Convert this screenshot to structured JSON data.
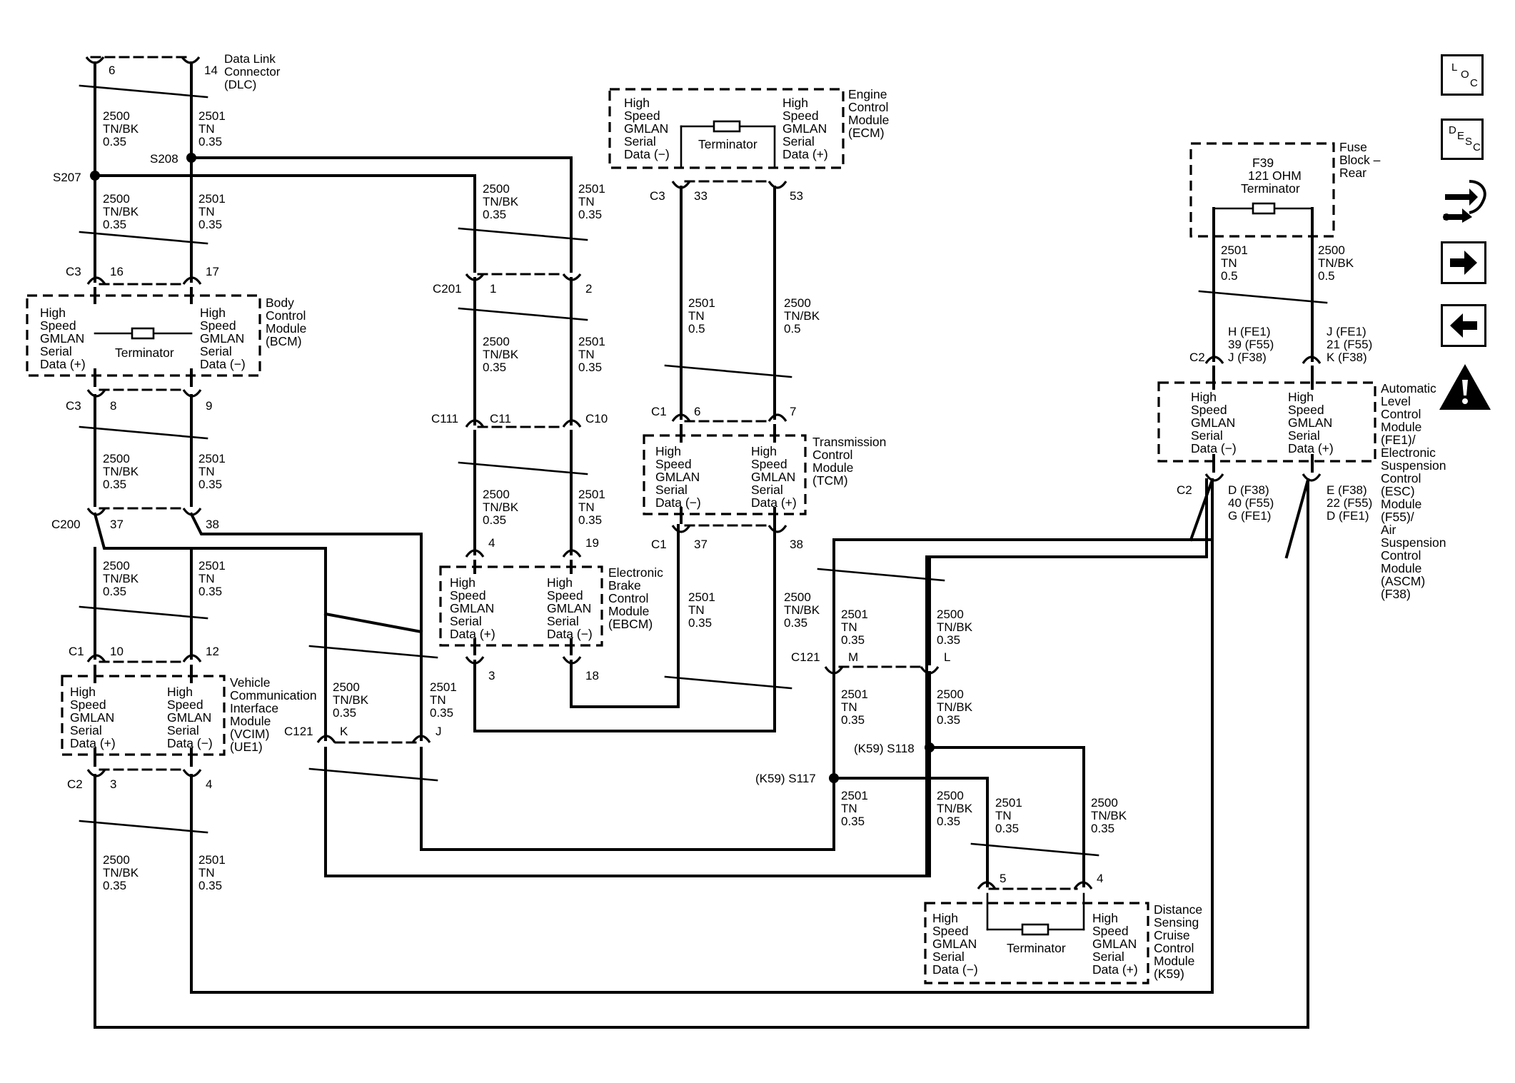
{
  "dlc": {
    "pin_a": "6",
    "pin_b": "14",
    "name": [
      "Data Link",
      "Connector",
      "(DLC)"
    ]
  },
  "wires": {
    "tnbk_035": [
      "2500",
      "TN/BK",
      "0.35"
    ],
    "tn_035": [
      "2501",
      "TN",
      "0.35"
    ],
    "tnbk_05": [
      "2500",
      "TN/BK",
      "0.5"
    ],
    "tn_05": [
      "2501",
      "TN",
      "0.5"
    ]
  },
  "splices": {
    "s207": "S207",
    "s208": "S208",
    "s117": "(K59) S117",
    "s118": "(K59) S118"
  },
  "connectors": {
    "c3": "C3",
    "c3_p16": "16",
    "c3_p17": "17",
    "c3_p8": "8",
    "c3_p9": "9",
    "c200": "C200",
    "c200_p37": "37",
    "c200_p38": "38",
    "c1": "C1",
    "c1_p10": "10",
    "c1_p12": "12",
    "c2": "C2",
    "c2_p3": "3",
    "c2_p4": "4",
    "c201": "C201",
    "c201_p1": "1",
    "c201_p2": "2",
    "c111": "C111",
    "c11": "C11",
    "c10": "C10",
    "ebcm_p4": "4",
    "ebcm_p19": "19",
    "ebcm_p3": "3",
    "ebcm_p18": "18",
    "ecm_c3": "C3",
    "ecm_p33": "33",
    "ecm_p53": "53",
    "tcm_c1": "C1",
    "tcm_p6": "6",
    "tcm_p7": "7",
    "tcm_p37": "37",
    "tcm_p38": "38",
    "c121": "C121",
    "c121_k": "K",
    "c121_j": "J",
    "c121_m": "M",
    "c121_l": "L",
    "dscc_p5": "5",
    "dscc_p4": "4",
    "alc_c2": "C2",
    "alc_top_left": [
      "H (FE1)",
      "39 (F55)",
      "J (F38)"
    ],
    "alc_top_right": [
      "J (FE1)",
      "21 (F55)",
      "K (F38)"
    ],
    "alc_bot_left": [
      "D (F38)",
      "40 (F55)",
      "G (FE1)"
    ],
    "alc_bot_right": [
      "E (F38)",
      "22 (F55)",
      "D (FE1)"
    ]
  },
  "modules": {
    "bcm": {
      "left": [
        "High",
        "Speed",
        "GMLAN",
        "Serial",
        "Data (+)"
      ],
      "right": [
        "High",
        "Speed",
        "GMLAN",
        "Serial",
        "Data (−)"
      ],
      "terminator": "Terminator",
      "name": [
        "Body",
        "Control",
        "Module",
        "(BCM)"
      ]
    },
    "vcim": {
      "left": [
        "High",
        "Speed",
        "GMLAN",
        "Serial",
        "Data (+)"
      ],
      "right": [
        "High",
        "Speed",
        "GMLAN",
        "Serial",
        "Data (−)"
      ],
      "name": [
        "Vehicle",
        "Communication",
        "Interface",
        "Module",
        "(VCIM)",
        "(UE1)"
      ]
    },
    "ebcm": {
      "left": [
        "High",
        "Speed",
        "GMLAN",
        "Serial",
        "Data (+)"
      ],
      "right": [
        "High",
        "Speed",
        "GMLAN",
        "Serial",
        "Data (−)"
      ],
      "name": [
        "Electronic",
        "Brake",
        "Control",
        "Module",
        "(EBCM)"
      ]
    },
    "ecm": {
      "left": [
        "High",
        "Speed",
        "GMLAN",
        "Serial",
        "Data (−)"
      ],
      "right": [
        "High",
        "Speed",
        "GMLAN",
        "Serial",
        "Data (+)"
      ],
      "terminator": "Terminator",
      "name": [
        "Engine",
        "Control",
        "Module",
        "(ECM)"
      ]
    },
    "tcm": {
      "left": [
        "High",
        "Speed",
        "GMLAN",
        "Serial",
        "Data (−)"
      ],
      "right": [
        "High",
        "Speed",
        "GMLAN",
        "Serial",
        "Data (+)"
      ],
      "name": [
        "Transmission",
        "Control",
        "Module",
        "(TCM)"
      ]
    },
    "fuse": {
      "inner": [
        "F39",
        "121 OHM",
        "Terminator"
      ],
      "name": [
        "Fuse",
        "Block –",
        "Rear"
      ]
    },
    "alc": {
      "left": [
        "High",
        "Speed",
        "GMLAN",
        "Serial",
        "Data (−)"
      ],
      "right": [
        "High",
        "Speed",
        "GMLAN",
        "Serial",
        "Data (+)"
      ],
      "name": [
        "Automatic",
        "Level",
        "Control",
        "Module",
        "(FE1)/",
        "Electronic",
        "Suspension",
        "Control",
        "(ESC)",
        "Module",
        "(F55)/",
        "Air",
        "Suspension",
        "Control",
        "Module",
        "(ASCM)",
        "(F38)"
      ]
    },
    "dscc": {
      "left": [
        "High",
        "Speed",
        "GMLAN",
        "Serial",
        "Data (−)"
      ],
      "right": [
        "High",
        "Speed",
        "GMLAN",
        "Serial",
        "Data (+)"
      ],
      "terminator": "Terminator",
      "name": [
        "Distance",
        "Sensing",
        "Cruise",
        "Control",
        "Module",
        "(K59)"
      ]
    }
  },
  "icons": {
    "loc": {
      "letters": [
        "L",
        "O",
        "C"
      ],
      "name": "location-icon"
    },
    "desc": {
      "letters": [
        "D",
        "E",
        "S",
        "C"
      ],
      "name": "description-icon"
    },
    "connector_end": {
      "name": "connector-end-view-icon"
    },
    "next": {
      "name": "arrow-right-icon"
    },
    "prev": {
      "name": "arrow-left-icon"
    },
    "warning": {
      "name": "warning-icon"
    }
  }
}
